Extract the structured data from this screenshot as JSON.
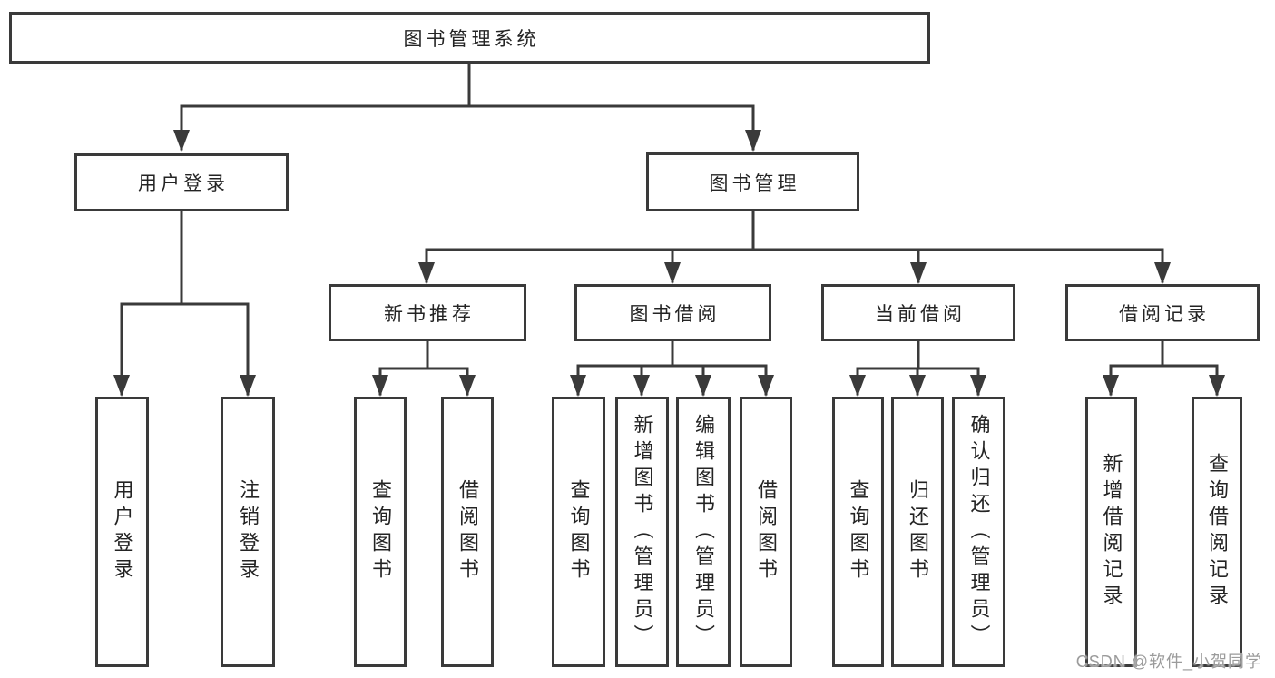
{
  "tree": {
    "root": {
      "label": "图书管理系统"
    },
    "level2": [
      {
        "label": "用户登录",
        "leaves": [
          "用户登录",
          "注销登录"
        ]
      },
      {
        "label": "图书管理",
        "groups": [
          {
            "label": "新书推荐",
            "leaves": [
              "查询图书",
              "借阅图书"
            ]
          },
          {
            "label": "图书借阅",
            "leaves": [
              "查询图书",
              "新增图书（管理员）",
              "编辑图书（管理员）",
              "借阅图书"
            ]
          },
          {
            "label": "当前借阅",
            "leaves": [
              "查询图书",
              "归还图书",
              "确认归还（管理员）"
            ]
          },
          {
            "label": "借阅记录",
            "leaves": [
              "新增借阅记录",
              "查询借阅记录"
            ]
          }
        ]
      }
    ]
  },
  "watermark": "CSDN @软件_小贺同学",
  "colors": {
    "line": "#3a3a3a",
    "text": "#242424",
    "watermark": "#9b9b9b",
    "background": "#ffffff"
  }
}
